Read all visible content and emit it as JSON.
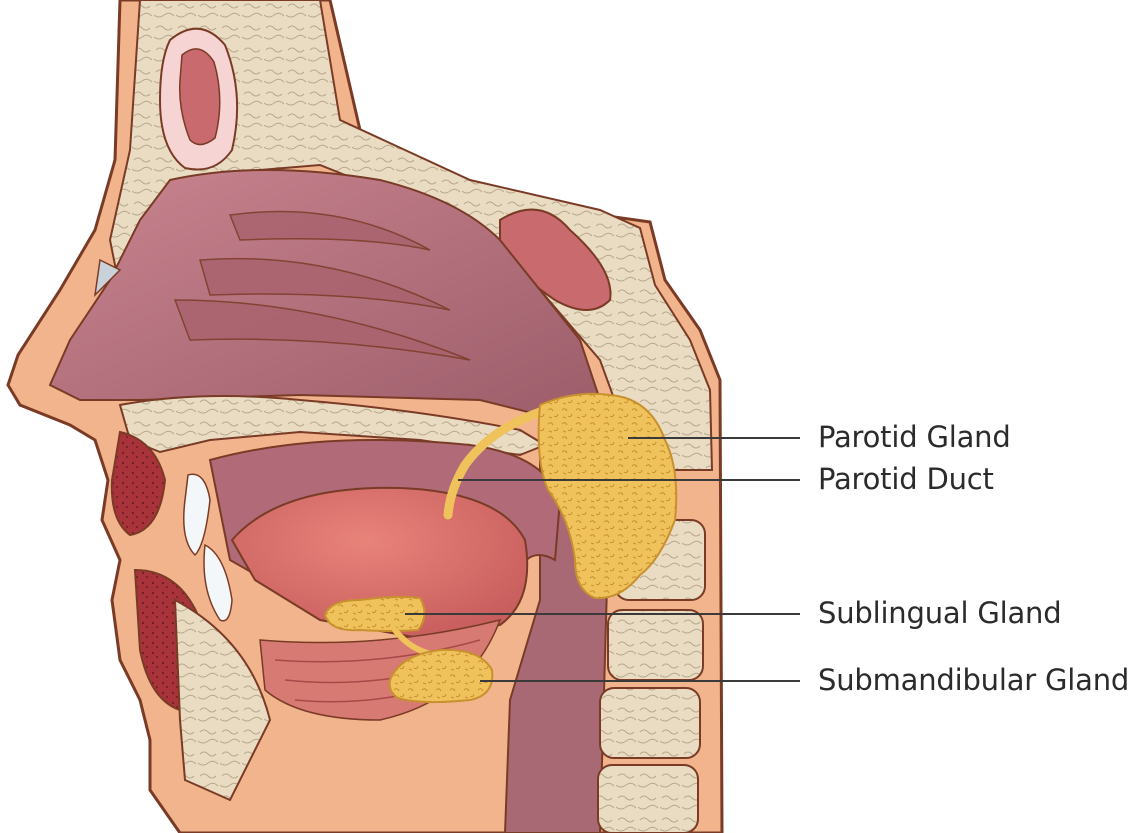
{
  "labels": {
    "parotid_gland": "Parotid Gland",
    "parotid_duct": "Parotid Duct",
    "sublingual_gland": "Sublingual Gland",
    "submandibular_gland": "Submandibular Gland"
  },
  "colors": {
    "skin": "#F2B48C",
    "skin_outline": "#7A3B26",
    "bone": "#E9DCC3",
    "cavity": "#B7737E",
    "cavity_dark": "#8E5562",
    "sinus": "#C96A6E",
    "tongue": "#D9726C",
    "gland": "#EFC25B",
    "gland_detail": "#C8902E",
    "lip_dark": "#A9333A",
    "teeth": "#F4F7FA",
    "leader_line": "#3A3A3A"
  }
}
